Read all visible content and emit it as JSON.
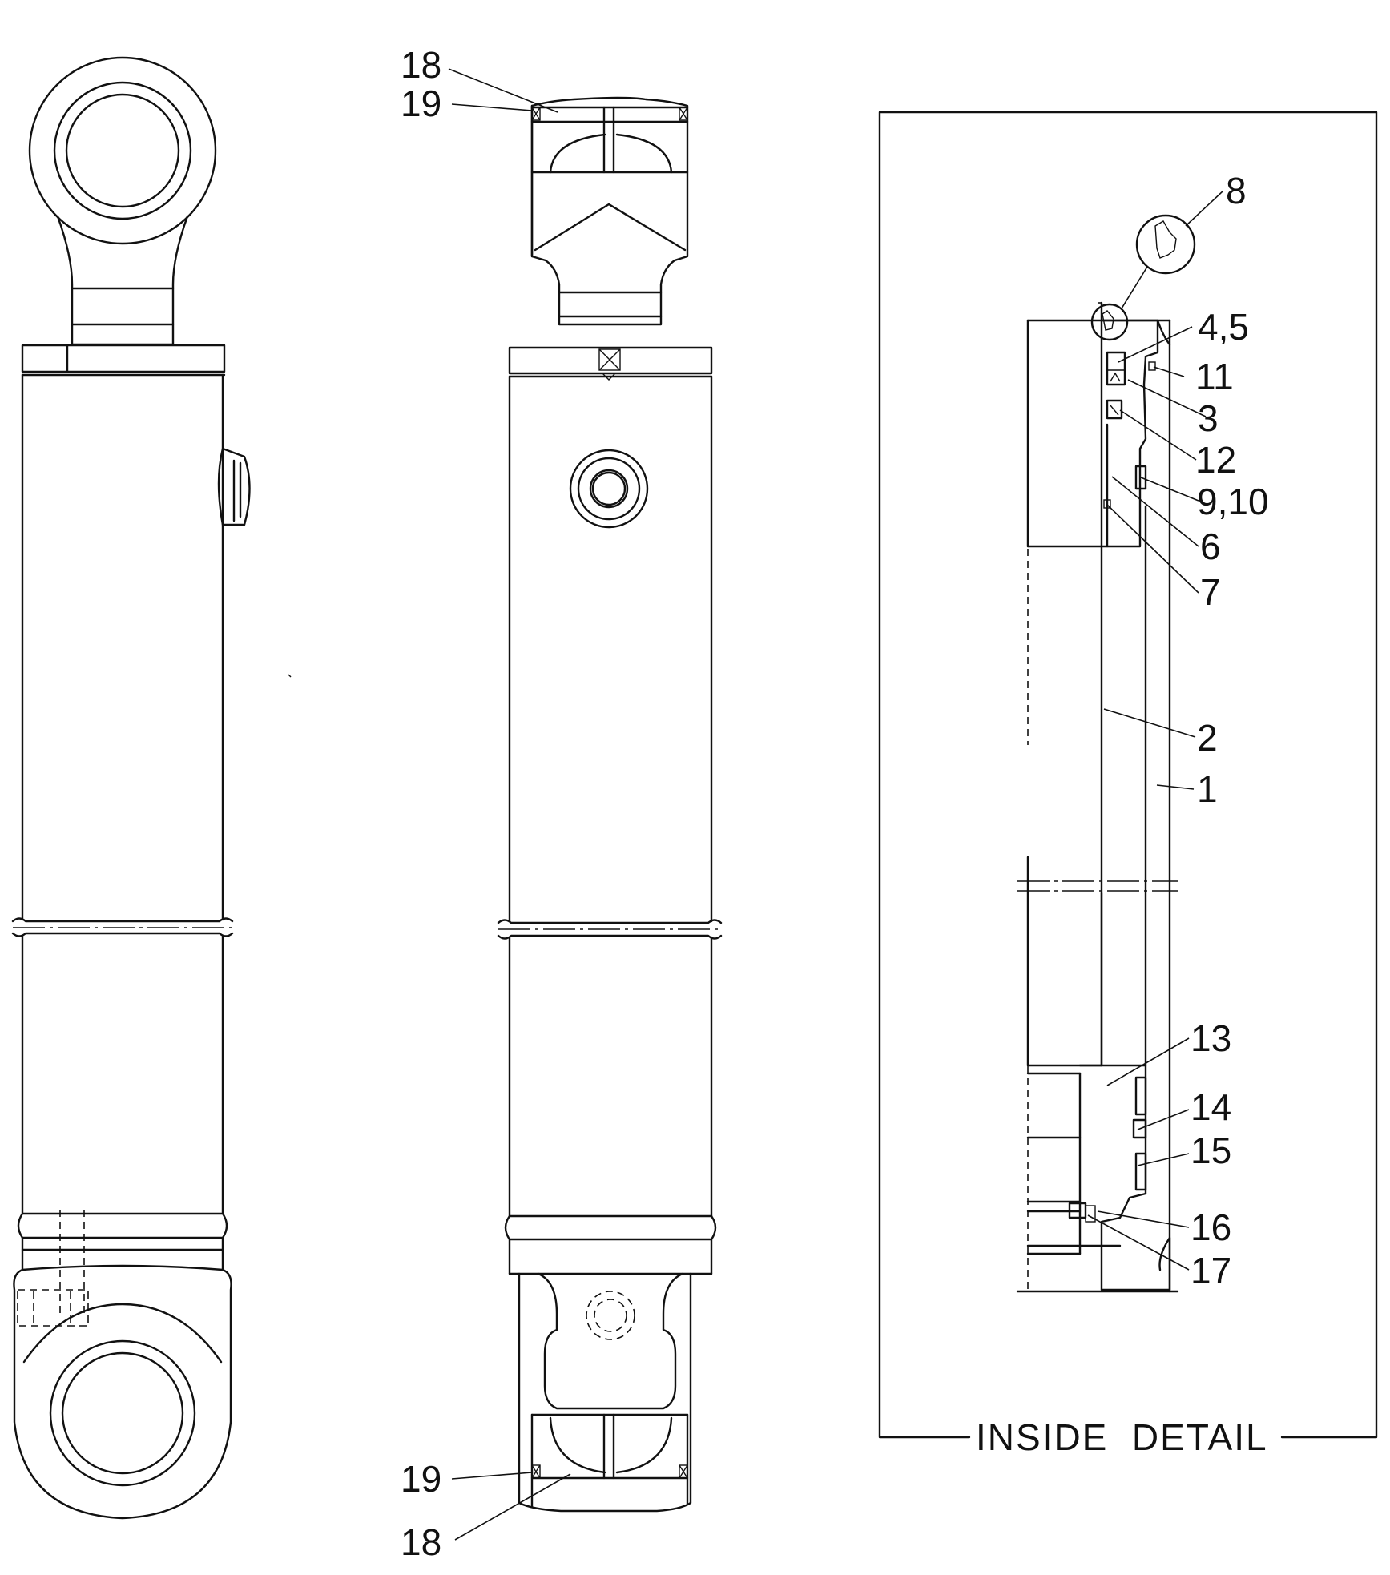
{
  "diagram": {
    "callouts": [
      {
        "id": "c18-top",
        "text": "18"
      },
      {
        "id": "c19-top",
        "text": "19"
      },
      {
        "id": "c19-bottom",
        "text": "19"
      },
      {
        "id": "c18-bottom",
        "text": "18"
      },
      {
        "id": "c8",
        "text": "8"
      },
      {
        "id": "c4-5",
        "text": "4,5"
      },
      {
        "id": "c11",
        "text": "11"
      },
      {
        "id": "c3",
        "text": "3"
      },
      {
        "id": "c12",
        "text": "12"
      },
      {
        "id": "c9-10",
        "text": "9,10"
      },
      {
        "id": "c6",
        "text": "6"
      },
      {
        "id": "c7",
        "text": "7"
      },
      {
        "id": "c2",
        "text": "2"
      },
      {
        "id": "c1",
        "text": "1"
      },
      {
        "id": "c13",
        "text": "13"
      },
      {
        "id": "c14",
        "text": "14"
      },
      {
        "id": "c15",
        "text": "15"
      },
      {
        "id": "c16",
        "text": "16"
      },
      {
        "id": "c17",
        "text": "17"
      }
    ],
    "inset_caption": "INSIDE  DETAIL"
  }
}
